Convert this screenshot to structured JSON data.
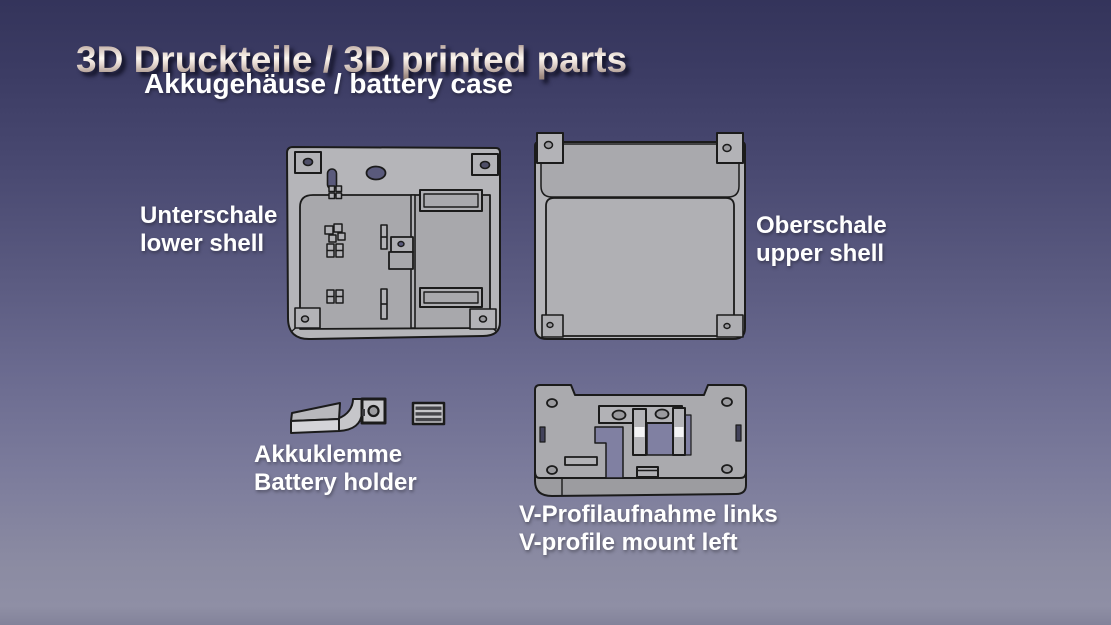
{
  "slide": {
    "title": "3D Druckteile / 3D printed parts",
    "subtitle": "Akkugehäuse / battery case"
  },
  "parts": [
    {
      "id": "lower-shell",
      "label_de": "Unterschale",
      "label_en": "lower shell"
    },
    {
      "id": "upper-shell",
      "label_de": "Oberschale",
      "label_en": "upper shell"
    },
    {
      "id": "battery-holder",
      "label_de": "Akkuklemme",
      "label_en": "Battery holder"
    },
    {
      "id": "v-profile-mount",
      "label_de": "V-Profilaufnahme links",
      "label_en": "V-profile mount left"
    }
  ],
  "colors": {
    "background_top": "#34345b",
    "background_bottom": "#8f8fa5",
    "title_gradient_light": "#fdf8f1",
    "title_gradient_dark": "#8d7b74",
    "label_text": "#ffffff",
    "part_face": "#aaaaae",
    "part_rim": "#b5b5b9",
    "part_side": "#9c9ca0",
    "part_outline": "#1b1b1b",
    "cutout_showthrough": "#8080a2",
    "hole_dark": "#4f4f68",
    "highlight_white": "#f4f4f6"
  }
}
